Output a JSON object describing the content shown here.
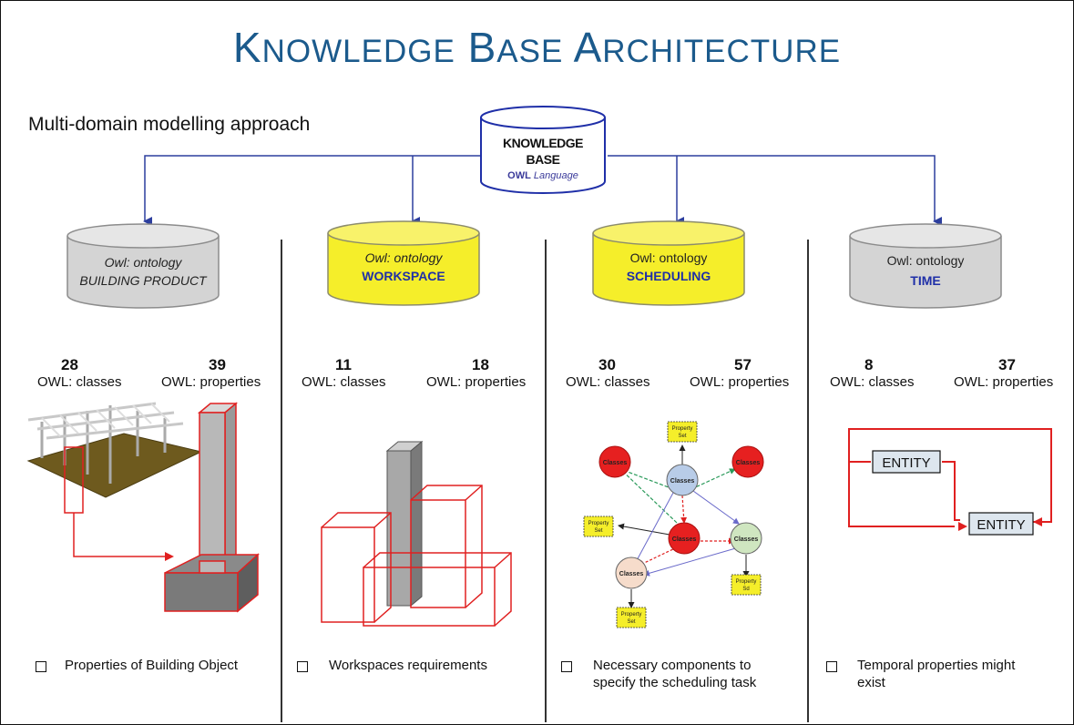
{
  "title": "Knowledge Base Architecture",
  "subtitle": "Multi-domain modelling approach",
  "knowledge_base": {
    "line1": "KNOWLEDGE",
    "line2": "BASE",
    "language_prefix": "OWL",
    "language_suffix": "Language"
  },
  "ontologies": [
    {
      "line1": "Owl: ontology",
      "line2": "BUILDING PRODUCT",
      "fill": "#d4d4d4",
      "classes_count": "28",
      "classes_label": "OWL: classes",
      "properties_count": "39",
      "properties_label": "OWL: properties",
      "bullet": "Properties of Building Object"
    },
    {
      "line1": "Owl: ontology",
      "line2": "WORKSPACE",
      "fill": "#f5ee2a",
      "classes_count": "11",
      "classes_label": "OWL: classes",
      "properties_count": "18",
      "properties_label": "OWL: properties",
      "bullet": "Workspaces requirements"
    },
    {
      "line1": "Owl: ontology",
      "line2": "SCHEDULING",
      "fill": "#f5ee2a",
      "classes_count": "30",
      "classes_label": "OWL: classes",
      "properties_count": "57",
      "properties_label": "OWL: properties",
      "bullet": "Necessary components to specify the scheduling task"
    },
    {
      "line1": "Owl: ontology",
      "line2": "TIME",
      "fill": "#d4d4d4",
      "classes_count": "8",
      "classes_label": "OWL: classes",
      "properties_count": "37",
      "properties_label": "OWL: properties",
      "bullet": "Temporal properties might exist"
    }
  ],
  "graph": {
    "class_label": "Classes",
    "property_line1": "Property",
    "property_line2": "Set",
    "property_line2_alt": "Set",
    "property_line2_alt2": "Sd"
  },
  "time_diagram": {
    "entity_top": "ENTITY",
    "entity_bottom": "ENTITY"
  },
  "colors": {
    "title": "#1b5a8c",
    "accent_blue": "#1f2fa8",
    "red": "#e02020",
    "yellow": "#f5ee2a",
    "gray": "#d4d4d4"
  }
}
